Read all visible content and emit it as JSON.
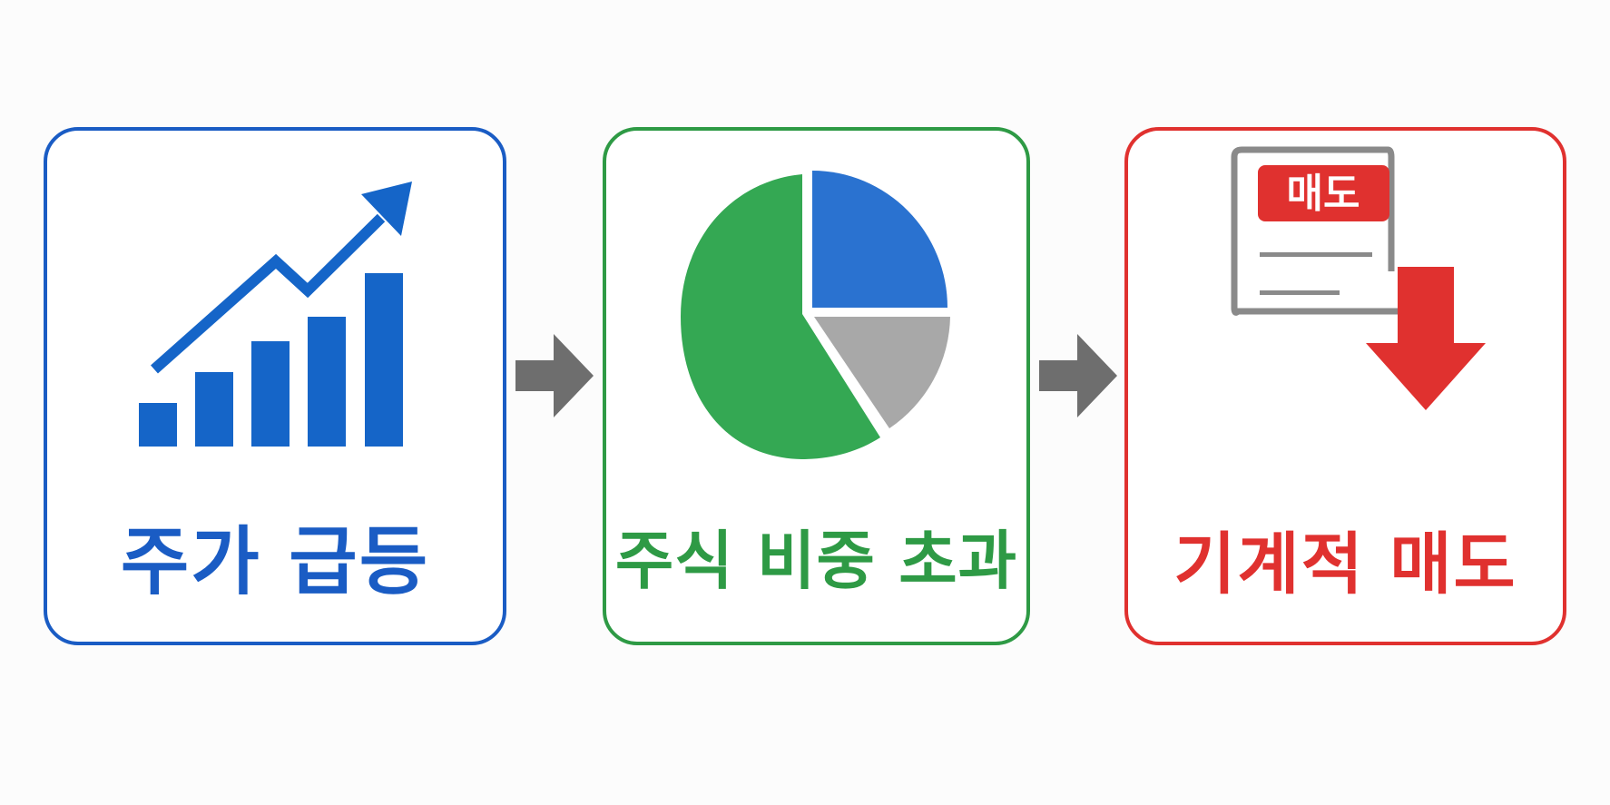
{
  "steps": [
    {
      "label": "주가 급등",
      "icon": "rising-bar-chart-icon",
      "color": "#1a5cc4"
    },
    {
      "label": "주식 비중 초과",
      "icon": "pie-chart-icon",
      "color": "#2e9a45"
    },
    {
      "label": "기계적 매도",
      "icon": "sell-document-icon",
      "color": "#e0312f",
      "badge": "매도"
    }
  ],
  "connector_icon": "right-arrow-icon",
  "colors": {
    "blue": "#1a5cc4",
    "pie_blue": "#2a72d0",
    "green": "#2e9a45",
    "pie_green": "#34a853",
    "gray": "#a8a8a8",
    "red": "#e0312f",
    "arrow_gray": "#6e6e6e"
  }
}
